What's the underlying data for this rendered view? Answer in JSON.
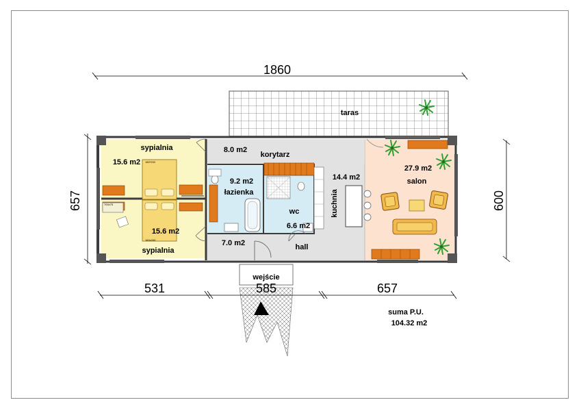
{
  "plan": {
    "dimensions": {
      "total_width": "1860",
      "depth_left": "657",
      "depth_right": "600",
      "segment_left": "531",
      "segment_mid": "585",
      "segment_right": "657"
    },
    "rooms": {
      "terrace": "taras",
      "bedroom_top_name": "sypialnia",
      "bedroom_top_area": "15.6 m2",
      "bedroom_bottom_area": "15.6 m2",
      "bedroom_bottom_name": "sypialnia",
      "corridor_area": "8.0 m2",
      "corridor_name": "korytarz",
      "bathroom_area": "9.2 m2",
      "bathroom_name": "łazienka",
      "wc_name": "wc",
      "wc_area": "6.6 m2",
      "hall_area": "7.0 m2",
      "hall_name": "hall",
      "kitchen_area": "14.4 m2",
      "kitchen_name": "kuchnia",
      "living_area": "27.9 m2",
      "living_name": "salon",
      "entrance_name": "wejście"
    },
    "bed_labels": {
      "top": "160*200",
      "bottom": "160x200",
      "desk": "700x75"
    },
    "summary": {
      "label": "suma P.U.",
      "value": "104.32 m2"
    },
    "colors": {
      "bedroom": "#fbf7c4",
      "corridor": "#e2e2e2",
      "bathroom": "#d6ecf5",
      "living": "#fde3cf",
      "wall": "#3c3c3c",
      "wood": "#e07a1c",
      "bed": "#f7d877",
      "plant": "#2e9e2e"
    }
  }
}
